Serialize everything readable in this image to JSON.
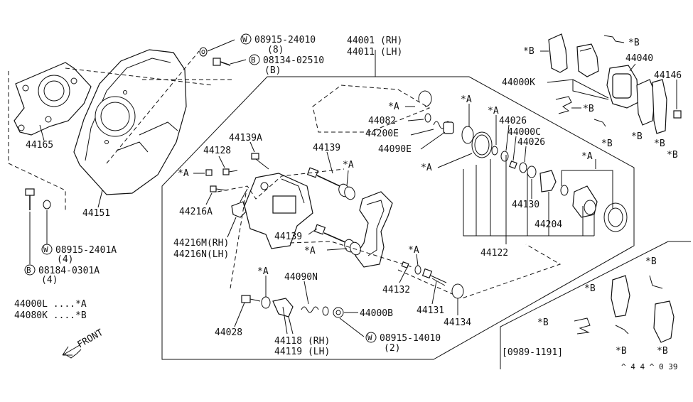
{
  "labels": {
    "w_08915_24010": "08915-24010",
    "w_08915_24010_qty": "(8)",
    "b_08134_02510": "08134-02510",
    "b_08134_02510_qty": "(B)",
    "p44001": "44001 (RH)",
    "p44011": "44011 (LH)",
    "p44165": "44165",
    "p44151": "44151",
    "w_08915_2401A": "08915-2401A",
    "w_08915_2401A_qty": "(4)",
    "b_08184_0301A": "08184-0301A",
    "b_08184_0301A_qty": "(4)",
    "legend1": "44000L ....*A",
    "legend2": "44080K ....*B",
    "front": "FRONT",
    "p44139A": "44139A",
    "p44128": "44128",
    "starA_1": "*A",
    "p44216A": "44216A",
    "p44216M": "44216M(RH)",
    "p44216N": "44216N(LH)",
    "p44139_top": "44139",
    "starA_2": "*A",
    "p44139_mid": "44139",
    "starA_3": "*A",
    "starA_4": "*A",
    "p44132": "44132",
    "p44131": "44131",
    "p44134": "44134",
    "starA_5": "*A",
    "p44090N": "44090N",
    "p44028": "44028",
    "p44000B": "44000B",
    "p44118": "44118 (RH)",
    "p44119": "44119 (LH)",
    "w_08915_14010": "08915-14010",
    "w_08915_14010_qty": "(2)",
    "starA_6": "*A",
    "p44082": "44082",
    "p44200E": "44200E",
    "p44090E": "44090E",
    "starA_7": "*A",
    "starA_8": "*A",
    "starA_9": "*A",
    "p44026_a": "44026",
    "p44000C": "44000C",
    "p44026_b": "44026",
    "starA_10": "*A",
    "p44130": "44130",
    "p44204": "44204",
    "p44122": "44122",
    "starB_1": "*B",
    "starB_2": "*B",
    "p44040": "44040",
    "p44146": "44146",
    "p44000K": "44000K",
    "starB_3": "*B",
    "starB_4": "*B",
    "starB_5": "*B",
    "starB_6": "*B",
    "starB_7": "*B",
    "starB_8": "*B",
    "starB_9": "*B",
    "starB_10": "*B",
    "starB_11": "*B",
    "starB_12": "*B",
    "date_range": "[0989-1191]",
    "ref_code": "^ 4 4 ^ 0 39"
  },
  "markers": {
    "w": "W",
    "b": "B"
  },
  "colors": {
    "ink": "#111111",
    "paper": "#ffffff"
  }
}
